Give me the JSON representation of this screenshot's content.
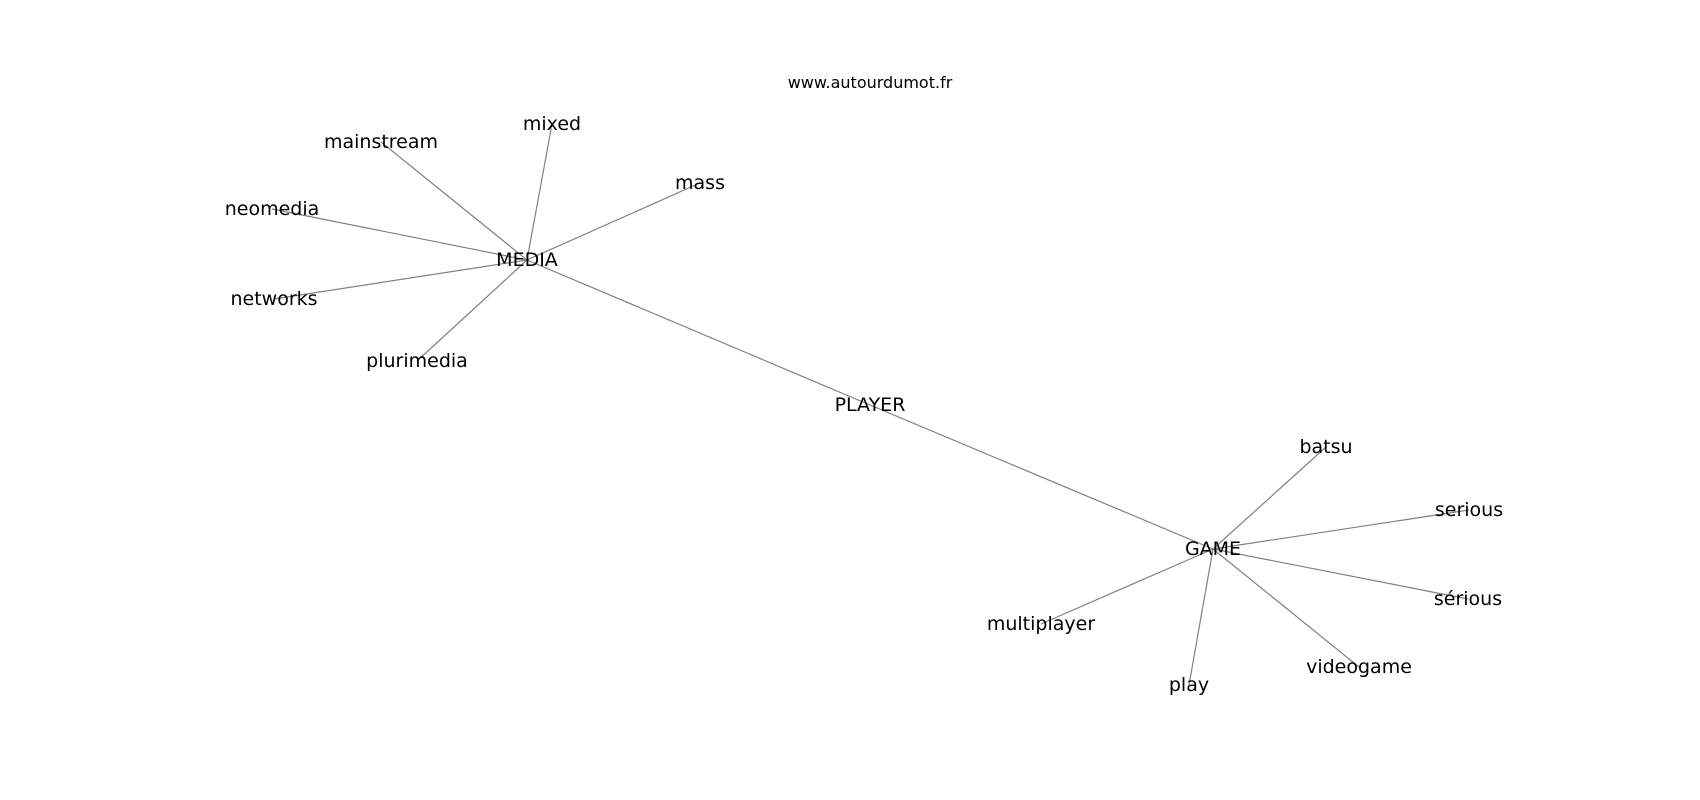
{
  "source_text": "www.autourdumot.fr",
  "colors": {
    "edge": "#808080",
    "text": "#000000",
    "background": "#ffffff"
  },
  "nodes": [
    {
      "id": "player",
      "label": "PLAYER"
    },
    {
      "id": "media",
      "label": "MEDIA"
    },
    {
      "id": "game",
      "label": "GAME"
    },
    {
      "id": "mixed",
      "label": "mixed"
    },
    {
      "id": "mainstream",
      "label": "mainstream"
    },
    {
      "id": "mass",
      "label": "mass"
    },
    {
      "id": "neomedia",
      "label": "neomedia"
    },
    {
      "id": "networks",
      "label": "networks"
    },
    {
      "id": "plurimedia",
      "label": "plurimedia"
    },
    {
      "id": "batsu",
      "label": "batsu"
    },
    {
      "id": "serious",
      "label": "serious"
    },
    {
      "id": "serious-accent",
      "label": "sérious"
    },
    {
      "id": "multiplayer",
      "label": "multiplayer"
    },
    {
      "id": "videogame",
      "label": "videogame"
    },
    {
      "id": "play",
      "label": "play"
    }
  ],
  "edges": [
    [
      "media",
      "player"
    ],
    [
      "player",
      "game"
    ],
    [
      "media",
      "mixed"
    ],
    [
      "media",
      "mainstream"
    ],
    [
      "media",
      "mass"
    ],
    [
      "media",
      "neomedia"
    ],
    [
      "media",
      "networks"
    ],
    [
      "media",
      "plurimedia"
    ],
    [
      "game",
      "batsu"
    ],
    [
      "game",
      "serious"
    ],
    [
      "game",
      "serious-accent"
    ],
    [
      "game",
      "multiplayer"
    ],
    [
      "game",
      "videogame"
    ],
    [
      "game",
      "play"
    ]
  ]
}
